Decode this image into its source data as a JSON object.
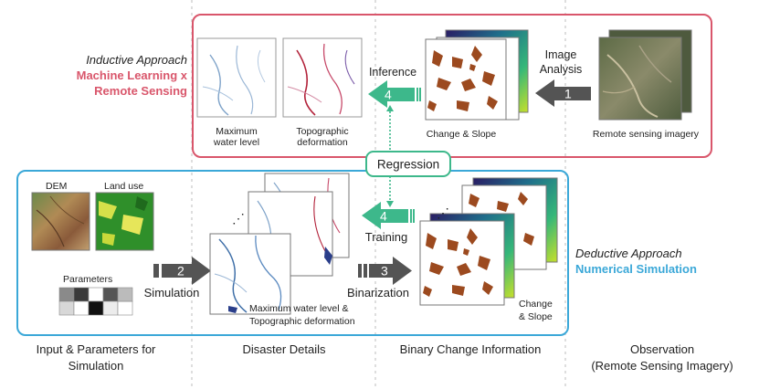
{
  "inductive": {
    "title_line1": "Inductive Approach",
    "title_line2": "Machine Learning x",
    "title_line3": "Remote Sensing",
    "accent": "#d9566b"
  },
  "deductive": {
    "title_line1": "Deductive Approach",
    "title_line2": "Numerical Simulation",
    "accent": "#3ba8d8"
  },
  "regression_color": "#3db88b",
  "arrow_color": "#545454",
  "labels": {
    "max_water_line1": "Maximum",
    "max_water_line2": "water level",
    "topo_line1": "Topographic",
    "topo_line2": "deformation",
    "change_slope_top": "Change & Slope",
    "remote_imagery": "Remote sensing imagery",
    "image_analysis_line1": "Image",
    "image_analysis_line2": "Analysis",
    "inference": "Inference",
    "regression": "Regression",
    "training": "Training",
    "dem": "DEM",
    "land_use": "Land use",
    "parameters": "Parameters",
    "simulation": "Simulation",
    "binarization": "Binarization",
    "maxwater_topo_line1": "Maximum water level &",
    "maxwater_topo_line2": "Topographic deformation",
    "change_bottom_line1": "Change",
    "change_bottom_line2": "& Slope",
    "dots": "⋰"
  },
  "steps": {
    "s1": "1",
    "s2": "2",
    "s3": "3",
    "s4_top": "4",
    "s4_bottom": "4"
  },
  "columns": {
    "c1_line1": "Input & Parameters for",
    "c1_line2": "Simulation",
    "c2": "Disaster Details",
    "c3": "Binary Change Information",
    "c4_line1": "Observation",
    "c4_line2": "(Remote Sensing Imagery)"
  }
}
